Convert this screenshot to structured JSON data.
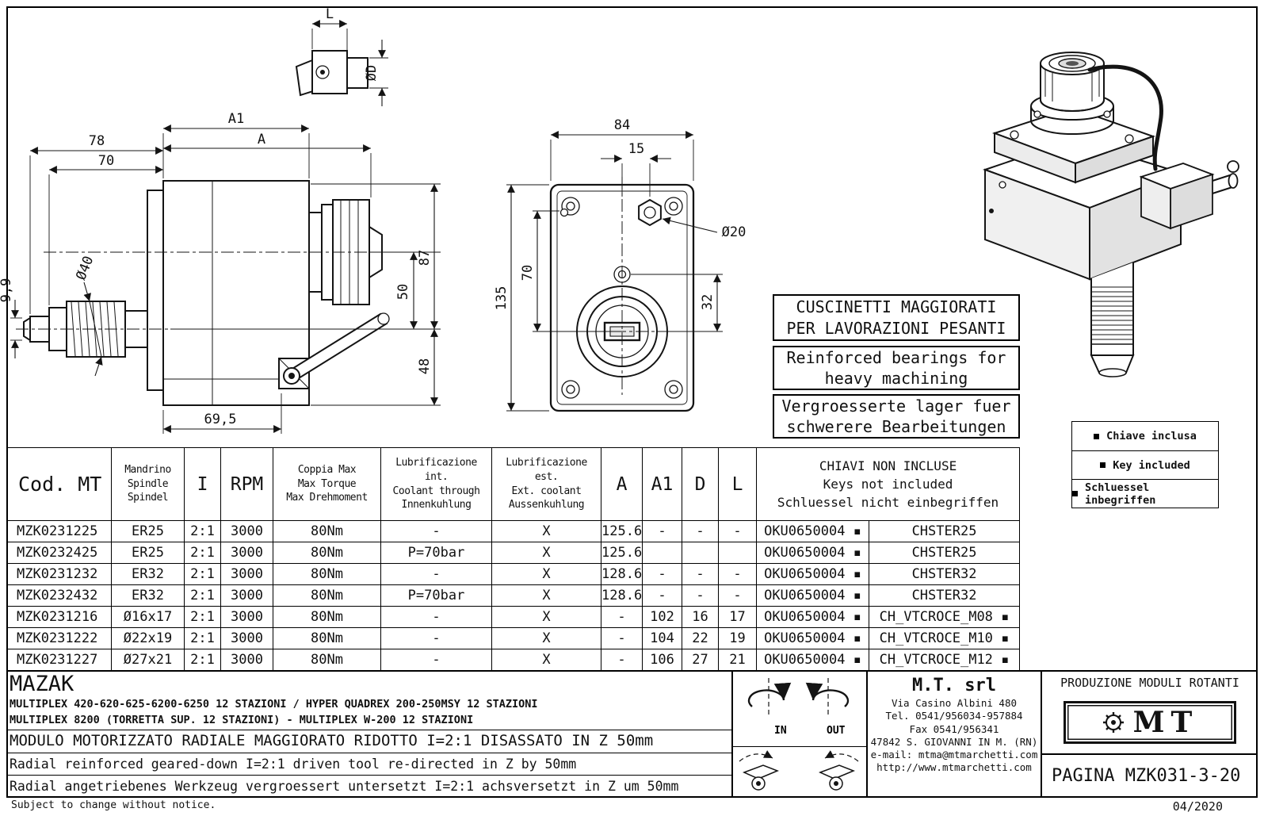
{
  "dims": {
    "detail_L": "L",
    "detail_D": "ØD",
    "side_78": "78",
    "side_70": "70",
    "side_A1": "A1",
    "side_A": "A",
    "side_d40": "Ø40",
    "side_99": "9,9",
    "side_87": "87",
    "side_50": "50",
    "side_48": "48",
    "side_695": "69,5",
    "front_84": "84",
    "front_15": "15",
    "front_d20": "Ø20",
    "front_70": "70",
    "front_135": "135",
    "front_32": "32"
  },
  "notes": {
    "it": "CUSCINETTI MAGGIORATI\nPER LAVORAZIONI PESANTI",
    "en": "Reinforced bearings for\nheavy machining",
    "de": "Vergroesserte lager fuer\nschwerere Bearbeitungen"
  },
  "legend": {
    "it": "Chiave inclusa",
    "en": "Key included",
    "de": "Schluessel inbegriffen"
  },
  "table": {
    "headers": {
      "cod": "Cod. MT",
      "spindle": "Mandrino\nSpindle\nSpindel",
      "ratio": "I",
      "rpm": "RPM",
      "torque": "Coppia Max\nMax Torque\nMax Drehmoment",
      "lub_int": "Lubrificazione int.\nCoolant through\nInnenkuhlung",
      "lub_est": "Lubrificazione est.\nExt. coolant\nAussenkuhlung",
      "a": "A",
      "a1": "A1",
      "d": "D",
      "l": "L",
      "keys": "CHIAVI NON INCLUSE\nKeys not included\nSchluessel nicht einbegriffen"
    },
    "rows": [
      [
        "MZK0231225",
        "ER25",
        "2:1",
        "3000",
        "80Nm",
        "-",
        "X",
        "125.6",
        "-",
        "-",
        "-",
        "OKU0650004 ▪",
        "CHSTER25"
      ],
      [
        "MZK0232425",
        "ER25",
        "2:1",
        "3000",
        "80Nm",
        "P=70bar",
        "X",
        "125.6",
        "",
        "",
        "",
        "OKU0650004 ▪",
        "CHSTER25"
      ],
      [
        "MZK0231232",
        "ER32",
        "2:1",
        "3000",
        "80Nm",
        "-",
        "X",
        "128.6",
        "-",
        "-",
        "-",
        "OKU0650004 ▪",
        "CHSTER32"
      ],
      [
        "MZK0232432",
        "ER32",
        "2:1",
        "3000",
        "80Nm",
        "P=70bar",
        "X",
        "128.6",
        "-",
        "-",
        "-",
        "OKU0650004 ▪",
        "CHSTER32"
      ],
      [
        "MZK0231216",
        "Ø16x17",
        "2:1",
        "3000",
        "80Nm",
        "-",
        "X",
        "-",
        "102",
        "16",
        "17",
        "OKU0650004 ▪",
        "CH_VTCROCE_M08 ▪"
      ],
      [
        "MZK0231222",
        "Ø22x19",
        "2:1",
        "3000",
        "80Nm",
        "-",
        "X",
        "-",
        "104",
        "22",
        "19",
        "OKU0650004 ▪",
        "CH_VTCROCE_M10 ▪"
      ],
      [
        "MZK0231227",
        "Ø27x21",
        "2:1",
        "3000",
        "80Nm",
        "-",
        "X",
        "-",
        "106",
        "27",
        "21",
        "OKU0650004 ▪",
        "CH_VTCROCE_M12 ▪"
      ]
    ]
  },
  "footer": {
    "machine_brand": "MAZAK",
    "machines_line1": "MULTIPLEX 420-620-625-6200-6250 12 STAZIONI / HYPER QUADREX 200-250MSY 12 STAZIONI",
    "machines_line2": "MULTIPLEX 8200 (TORRETTA SUP. 12 STAZIONI) - MULTIPLEX W-200 12 STAZIONI",
    "desc_it": "MODULO MOTORIZZATO RADIALE MAGGIORATO RIDOTTO I=2:1 DISASSATO IN Z 50mm",
    "desc_en": "Radial reinforced geared-down I=2:1 driven tool re-directed in Z by 50mm",
    "desc_de": "Radial angetriebenes Werkzeug vergroessert untersetzt I=2:1 achsversetzt in Z um 50mm",
    "in_label": "IN",
    "out_label": "OUT",
    "company_name": "M.T. srl",
    "company_address": "Via Casino Albini 480",
    "company_tel": "Tel. 0541/956034-957884",
    "company_fax": "Fax 0541/956341",
    "company_city": "47842 S. GIOVANNI IN M. (RN)",
    "company_email": "e-mail: mtma@mtmarchetti.com",
    "company_web": "http://www.mtmarchetti.com",
    "production_label": "PRODUZIONE MODULI ROTANTI",
    "logo_text": "MT",
    "page_label": "PAGINA MZK031-3-20",
    "disclaimer": "Subject to change without notice.",
    "date": "04/2020"
  }
}
